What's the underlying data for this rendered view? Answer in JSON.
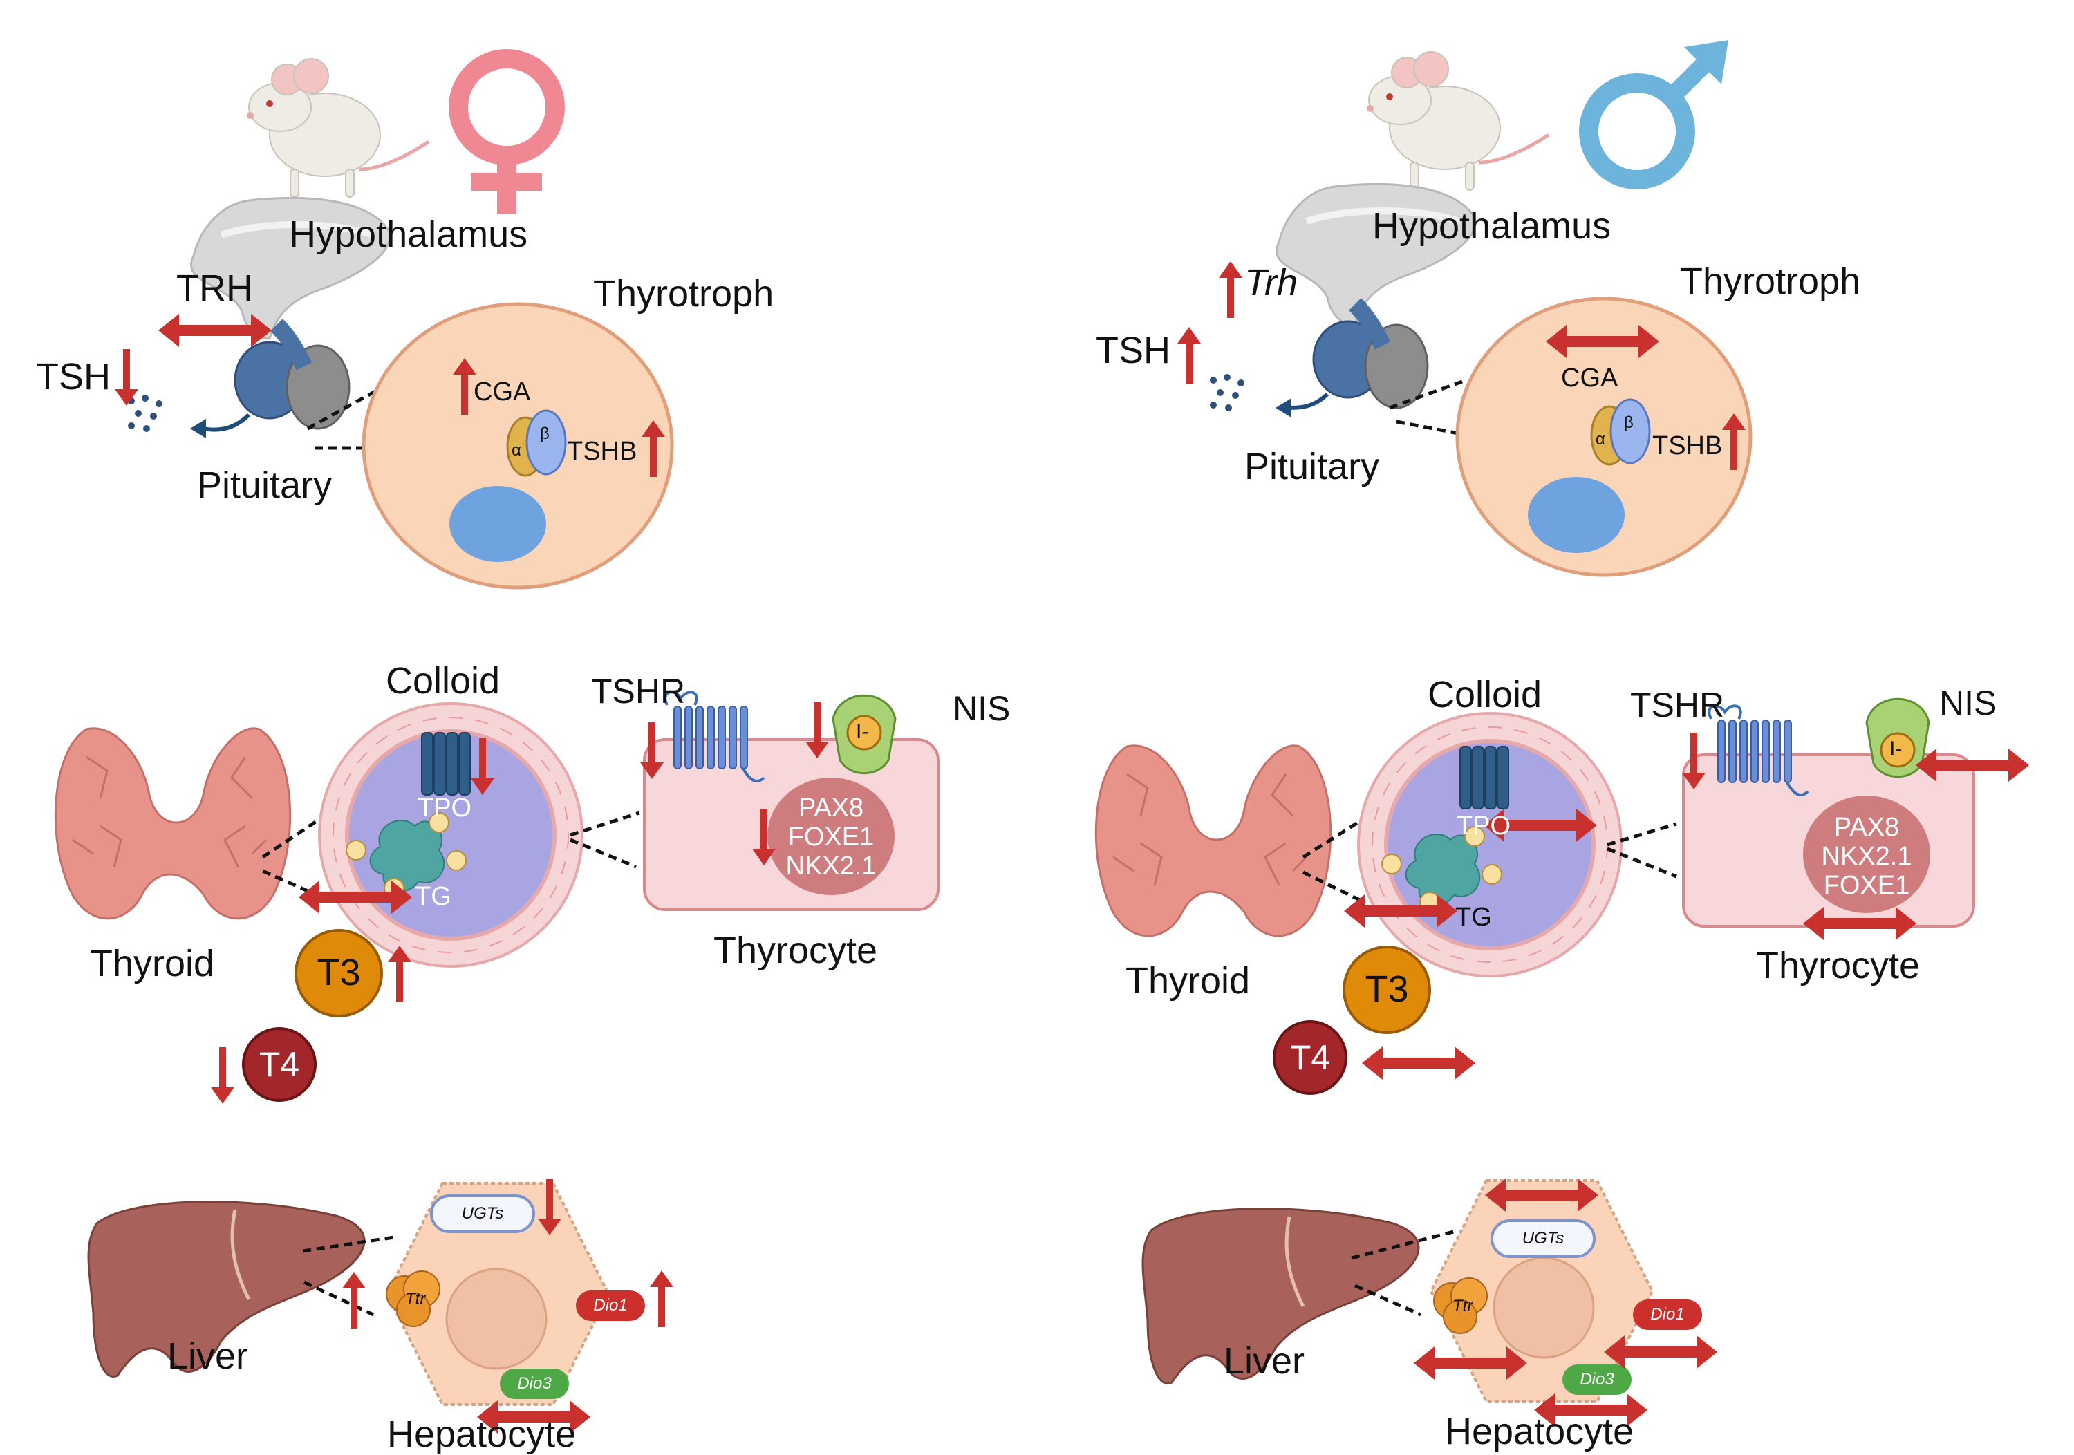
{
  "female": {
    "sex_symbol_color": "#f08894",
    "hypothalamus": "Hypothalamus",
    "trh": "TRH",
    "tsh": "TSH",
    "pituitary": "Pituitary",
    "thyrotroph": "Thyrotroph",
    "cga": "CGA",
    "tshb": "TSHB",
    "alpha": "α",
    "beta": "β",
    "colloid": "Colloid",
    "tpo": "TPO",
    "tg": "TG",
    "tshr": "TSHR",
    "nis": "NIS",
    "iodide": "I-",
    "tfs": [
      "PAX8",
      "FOXE1",
      "NKX2.1"
    ],
    "thyroid": "Thyroid",
    "thyrocyte": "Thyrocyte",
    "t3": "T3",
    "t4": "T4",
    "liver": "Liver",
    "hepatocyte": "Hepatocyte",
    "ugts": "UGTs",
    "ttr": "Ttr",
    "dio1": "Dio1",
    "dio3": "Dio3"
  },
  "male": {
    "sex_symbol_color": "#6cb4dc",
    "hypothalamus": "Hypothalamus",
    "trh": "Trh",
    "tsh": "TSH",
    "pituitary": "Pituitary",
    "thyrotroph": "Thyrotroph",
    "cga": "CGA",
    "tshb": "TSHB",
    "alpha": "α",
    "beta": "β",
    "colloid": "Colloid",
    "tpo": "TPO",
    "tg": "TG",
    "tshr": "TSHR",
    "nis": "NIS",
    "iodide": "I-",
    "tfs": [
      "PAX8",
      "NKX2.1",
      "FOXE1"
    ],
    "thyroid": "Thyroid",
    "thyrocyte": "Thyrocyte",
    "t3": "T3",
    "t4": "T4",
    "liver": "Liver",
    "hepatocyte": "Hepatocyte",
    "ugts": "UGTs",
    "ttr": "Ttr",
    "dio1": "Dio1",
    "dio3": "Dio3"
  },
  "colors": {
    "arrow": "#c8312d",
    "thyrotroph_cell": "#fbd5b8",
    "nucleus": "#6fa3e0",
    "colloid": "#a9a5e3",
    "thyrocyte_cell": "#f8d7da",
    "tf_nucleus": "#cf7c7f",
    "thyroid": "#e8938a",
    "t3": "#e08a0a",
    "t4": "#a3262a",
    "liver": "#a8625b",
    "hepatocyte": "#fad3b9",
    "dio1": "#cc2f2c",
    "dio3": "#4ea846"
  }
}
